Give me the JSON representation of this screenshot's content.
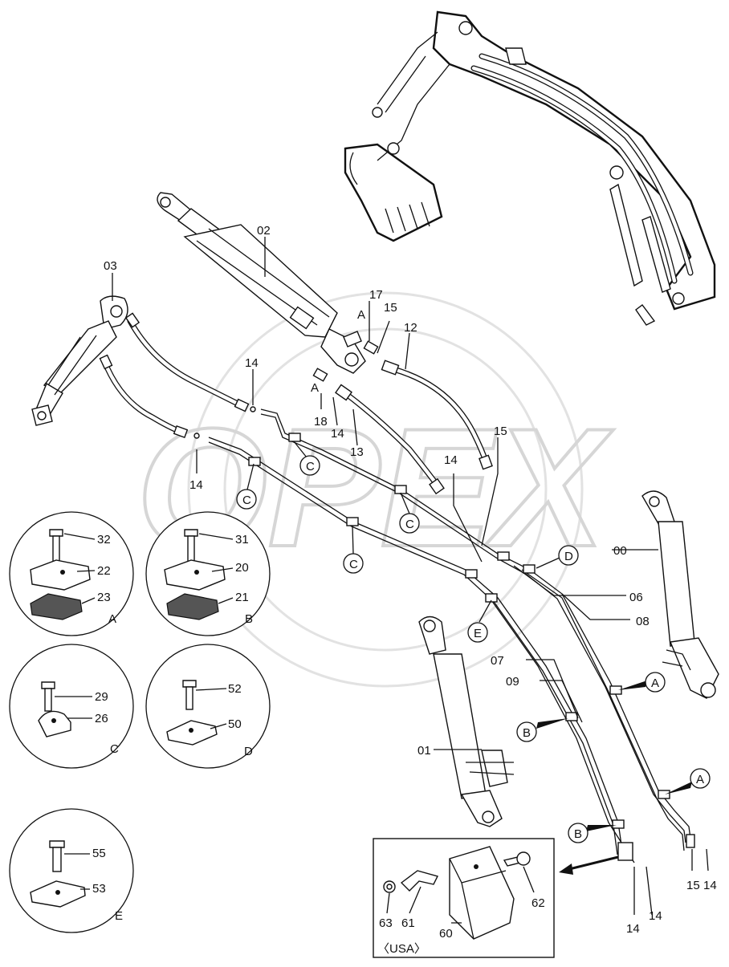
{
  "watermark": "OPEX",
  "part_labels": [
    {
      "id": "p02",
      "text": "02"
    },
    {
      "id": "p03",
      "text": "03"
    },
    {
      "id": "p17",
      "text": "17"
    },
    {
      "id": "p15a",
      "text": "15"
    },
    {
      "id": "p12",
      "text": "12"
    },
    {
      "id": "pA1",
      "text": "A"
    },
    {
      "id": "p14a",
      "text": "14"
    },
    {
      "id": "pA2",
      "text": "A"
    },
    {
      "id": "p18",
      "text": "18"
    },
    {
      "id": "p14b",
      "text": "14"
    },
    {
      "id": "p13",
      "text": "13"
    },
    {
      "id": "p14c",
      "text": "14"
    },
    {
      "id": "p15b",
      "text": "15"
    },
    {
      "id": "p14d",
      "text": "14"
    },
    {
      "id": "p00",
      "text": "00"
    },
    {
      "id": "p06",
      "text": "06"
    },
    {
      "id": "p08",
      "text": "08"
    },
    {
      "id": "p07",
      "text": "07"
    },
    {
      "id": "p09",
      "text": "09"
    },
    {
      "id": "p01",
      "text": "01"
    },
    {
      "id": "p15c",
      "text": "15"
    },
    {
      "id": "p14e",
      "text": "14"
    },
    {
      "id": "p14f",
      "text": "14"
    },
    {
      "id": "p14g",
      "text": "14"
    },
    {
      "id": "p62",
      "text": "62"
    },
    {
      "id": "p63",
      "text": "63"
    },
    {
      "id": "p61",
      "text": "61"
    },
    {
      "id": "p60",
      "text": "60"
    }
  ],
  "callouts": {
    "c1": "C",
    "c2": "C",
    "c3": "C",
    "c4": "C",
    "d1": "D",
    "e1": "E",
    "a1": "A",
    "a2": "A",
    "b1": "B",
    "b2": "B"
  },
  "details": {
    "A": {
      "letter": "A",
      "bolt": "32",
      "clamp": "22",
      "pad": "23"
    },
    "B": {
      "letter": "B",
      "bolt": "31",
      "clamp": "20",
      "pad": "21"
    },
    "C": {
      "letter": "C",
      "bolt": "29",
      "clamp": "26"
    },
    "D": {
      "letter": "D",
      "bolt": "52",
      "clamp": "50"
    },
    "E": {
      "letter": "E",
      "bolt": "55",
      "clamp": "53"
    }
  },
  "inset": {
    "label": "〈USA〉"
  }
}
